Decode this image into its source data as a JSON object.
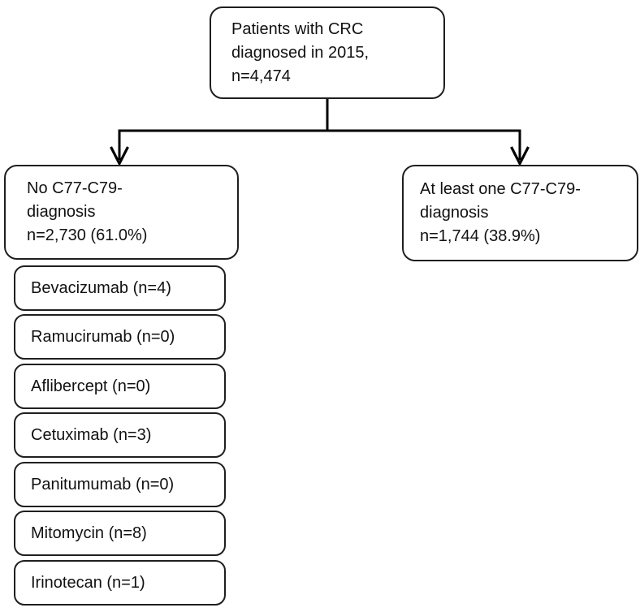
{
  "nodes": {
    "root": {
      "lines": [
        "Patients with CRC",
        "diagnosed in 2015,",
        "n=4,474"
      ]
    },
    "no_diagnosis": {
      "lines": [
        "No C77-C79-",
        "diagnosis",
        "n=2,730 (61.0%)"
      ]
    },
    "at_least_one_diagnosis": {
      "lines": [
        "At least one C77-C79-",
        "diagnosis",
        "n=1,744 (38.9%)"
      ]
    },
    "drugs": [
      "Bevacizumab (n=4)",
      "Ramucirumab (n=0)",
      "Aflibercept (n=0)",
      "Cetuximab (n=3)",
      "Panitumumab (n=0)",
      "Mitomycin (n=8)",
      "Irinotecan (n=1)"
    ]
  },
  "colors": {
    "box_border": "#1f1f1f",
    "box_fill": "#ffffff",
    "connector": "#000000",
    "text": "#111111",
    "page_background": "#ffffff"
  }
}
